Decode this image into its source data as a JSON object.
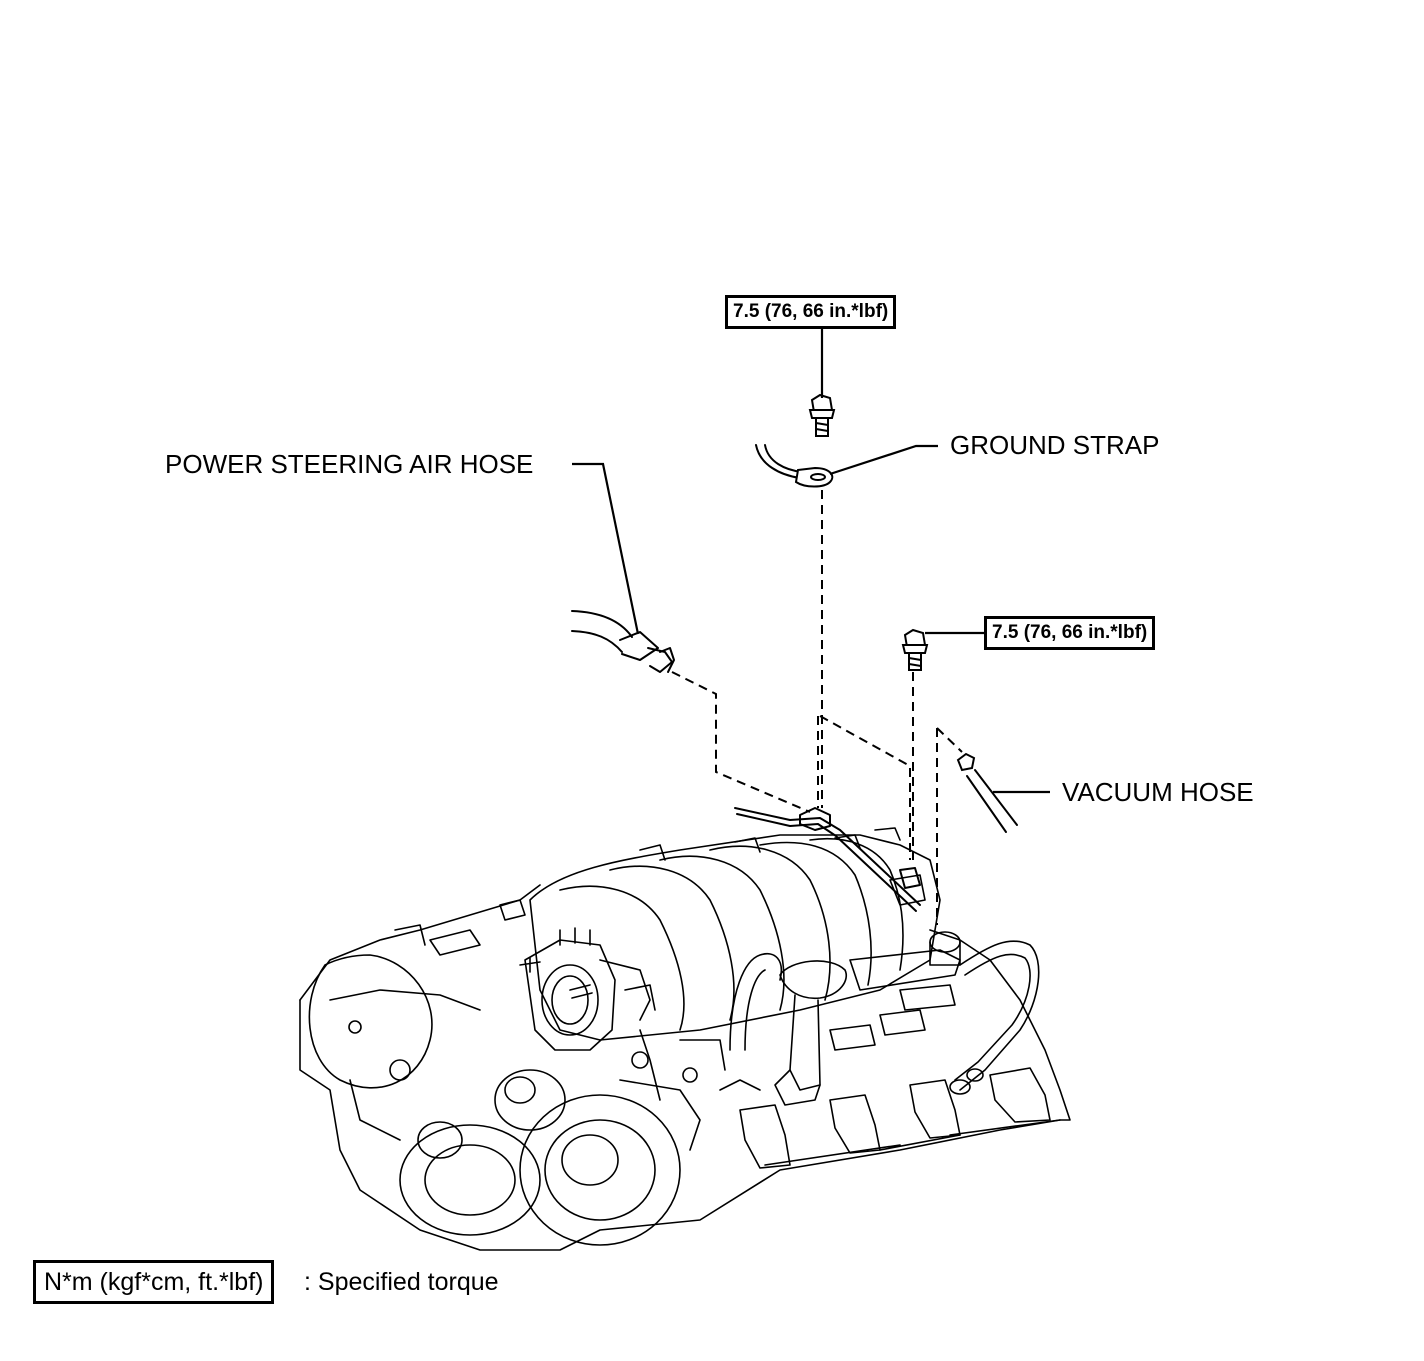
{
  "callouts": {
    "power_steering_air_hose": "POWER STEERING AIR HOSE",
    "ground_strap": "GROUND STRAP",
    "vacuum_hose": "VACUUM HOSE"
  },
  "torque": {
    "top_bolt": "7.5 (76, 66 in.*lbf)",
    "right_bolt": "7.5 (76, 66 in.*lbf)"
  },
  "legend": {
    "unit_box": "N*m (kgf*cm, ft.*lbf)",
    "description": ": Specified torque"
  }
}
